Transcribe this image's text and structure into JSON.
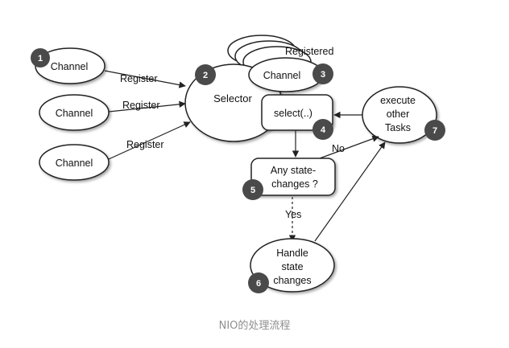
{
  "diagram": {
    "channel_1": "Channel",
    "channel_2": "Channel",
    "channel_3": "Channel",
    "register_1": "Register",
    "register_2": "Register",
    "register_3": "Register",
    "selector": "Selector",
    "registered": "Registered",
    "registered_channel": "Channel",
    "select_call": "select(..)",
    "state_question_line1": "Any state-",
    "state_question_line2": "changes ?",
    "handle_line1": "Handle",
    "handle_line2": "state",
    "handle_line3": "changes",
    "execute_line1": "execute",
    "execute_line2": "other",
    "execute_line3": "Tasks",
    "edge_no": "No",
    "edge_yes": "Yes",
    "badge_1": "1",
    "badge_2": "2",
    "badge_3": "3",
    "badge_4": "4",
    "badge_5": "5",
    "badge_6": "6",
    "badge_7": "7"
  },
  "caption": "NIO的处理流程"
}
